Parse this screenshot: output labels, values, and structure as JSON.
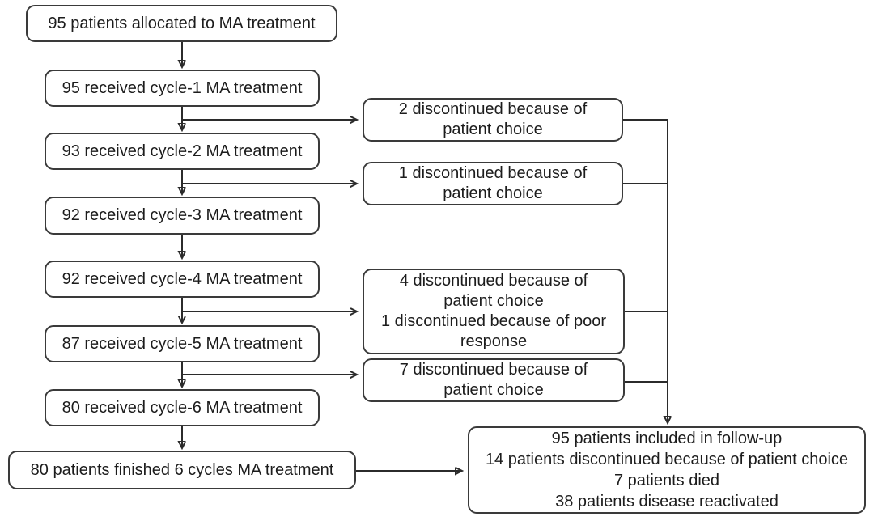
{
  "flow": {
    "left": [
      "95 patients allocated to MA treatment",
      "95 received cycle-1 MA treatment",
      "93 received cycle-2 MA treatment",
      "92 received cycle-3 MA treatment",
      "92 received cycle-4 MA treatment",
      "87 received cycle-5 MA treatment",
      "80 received cycle-6 MA treatment",
      "80 patients finished 6 cycles MA treatment"
    ],
    "right": [
      {
        "lines": [
          "2 discontinued because of",
          "patient choice"
        ]
      },
      {
        "lines": [
          "1 discontinued because of",
          "patient choice"
        ]
      },
      {
        "lines": [
          "4 discontinued because of",
          "patient choice",
          "1 discontinued because of poor",
          "response"
        ]
      },
      {
        "lines": [
          "7 discontinued because of",
          "patient choice"
        ]
      }
    ],
    "followup": {
      "lines": [
        "95 patients included in follow-up",
        "14 patients discontinued because of patient choice",
        "7 patients died",
        "38 patients disease reactivated"
      ]
    }
  },
  "colors": {
    "background": "#ffffff",
    "box_border": "#3a3a3a",
    "text": "#1c1c1c",
    "line": "#2b2b2b"
  }
}
